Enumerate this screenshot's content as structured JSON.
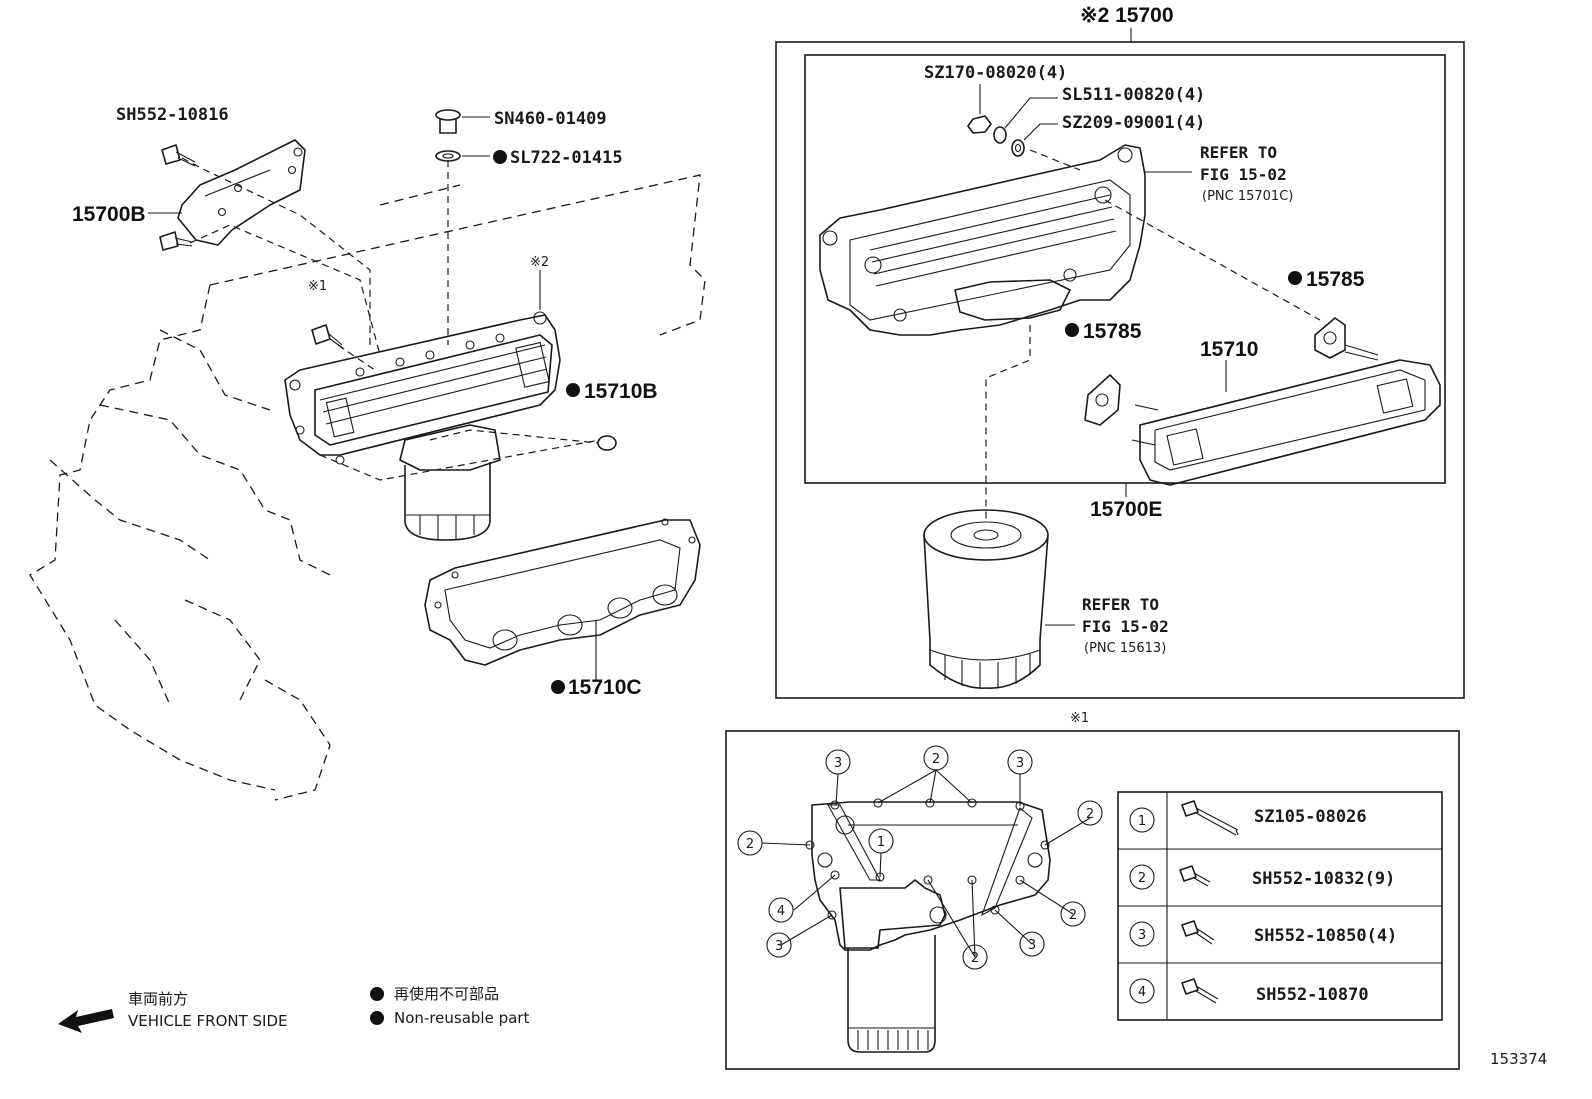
{
  "diagram_id": "153374",
  "callouts": {
    "sh552_10816": "SH552-10816",
    "p15700b": "15700B",
    "sn460": "SN460-01409",
    "sl722": "SL722-01415",
    "mark1": "※1",
    "mark2": "※2",
    "p15710b": "15710B",
    "p15710c": "15710C",
    "assembly_header": "※2 15700",
    "sz170": "SZ170-08020(4)",
    "sl511": "SL511-00820(4)",
    "sz209": "SZ209-09001(4)",
    "p15785_a": "15785",
    "p15785_b": "15785",
    "p15710": "15710",
    "p15700e": "15700E",
    "detail_header": "※1"
  },
  "refer_notes": [
    {
      "line1": "REFER TO",
      "line2": "FIG 15-02",
      "line3": "(PNC 15701C)"
    },
    {
      "line1": "REFER TO",
      "line2": "FIG 15-02",
      "line3": "(PNC 15613)"
    }
  ],
  "detail_numbers": [
    "1",
    "2",
    "3",
    "4"
  ],
  "bolt_table": [
    {
      "num": "1",
      "part": "SZ105-08026"
    },
    {
      "num": "2",
      "part": "SH552-10832(9)"
    },
    {
      "num": "3",
      "part": "SH552-10850(4)"
    },
    {
      "num": "4",
      "part": "SH552-10870"
    }
  ],
  "legend": {
    "front_jp": "車両前方",
    "front_en": "VEHICLE FRONT SIDE",
    "nonreuse_jp": "再使用不可部品",
    "nonreuse_en": "Non-reusable part"
  }
}
